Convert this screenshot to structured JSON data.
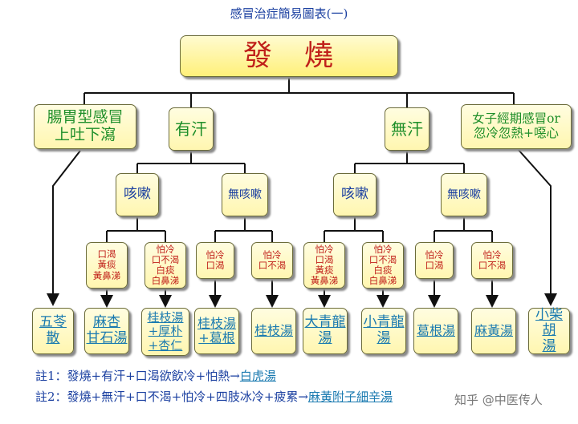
{
  "title": "感冒治症簡易圖表(一)",
  "root": "發　燒",
  "level1": {
    "gastro": [
      "腸胃型感冒",
      "上吐下瀉"
    ],
    "sweat": "有汗",
    "nosweat": "無汗",
    "female": [
      "女子經期感冒or",
      "忽冷忽熱+噁心"
    ]
  },
  "level2": {
    "cough": "咳嗽",
    "nocough": "無咳嗽"
  },
  "level3": {
    "a": [
      "口渴",
      "黃痰",
      "黃鼻涕"
    ],
    "b": [
      "怕冷",
      "口不渴",
      "白痰",
      "白鼻涕"
    ],
    "c": [
      "怕冷",
      "口渴"
    ],
    "d": [
      "怕冷",
      "口不渴"
    ],
    "e": [
      "怕冷",
      "口渴",
      "黃痰",
      "黃鼻涕"
    ],
    "f": [
      "怕冷",
      "口不渴",
      "白痰",
      "白鼻涕"
    ],
    "g": [
      "怕冷",
      "口渴"
    ],
    "h": [
      "怕冷",
      "口不渴"
    ]
  },
  "results": {
    "r1": [
      "五苓散"
    ],
    "r2": [
      "麻杏",
      "甘石湯"
    ],
    "r3": [
      "桂枝湯",
      "+厚朴",
      "+杏仁"
    ],
    "r4": [
      "桂枝湯",
      "+葛根"
    ],
    "r5": [
      "桂枝湯"
    ],
    "r6": [
      "大青龍",
      "湯"
    ],
    "r7": [
      "小青龍",
      "湯"
    ],
    "r8": [
      "葛根湯"
    ],
    "r9": [
      "麻黃湯"
    ],
    "r10": [
      "小柴胡",
      "湯"
    ]
  },
  "notes": {
    "n1_text": "註1：發燒+有汗+口渴欲飲冷+怕熱→",
    "n1_link": "白虎湯",
    "n2_text": "註2：發燒+無汗+口不渴+怕冷+四肢冰冷+疲累→",
    "n2_link": "麻黃附子細辛湯"
  },
  "watermark": "知乎 @中医传人",
  "colors": {
    "box_fill": "#fff6b0",
    "box_border": "#6b6b3a",
    "text_blue": "#1a3fa0",
    "text_green": "#1f8f2a",
    "text_red": "#c0201a",
    "link": "#1a7ab0"
  }
}
